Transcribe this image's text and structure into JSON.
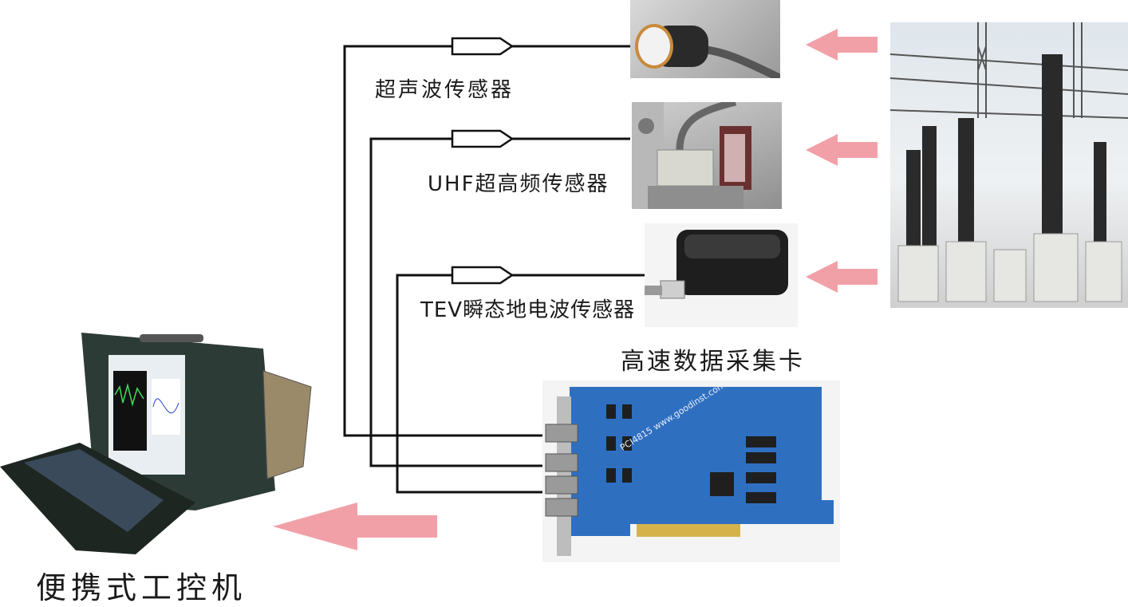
{
  "labels": {
    "ultrasonic": "超声波传感器",
    "uhf": "UHF超高频传感器",
    "tev": "TEV瞬态地电波传感器",
    "daq_card": "高速数据采集卡",
    "computer": "便携式工控机",
    "card_silk": "PCI4815 www.goodinst.com"
  },
  "colors": {
    "arrow": "#f2a0a8",
    "wire": "#111111",
    "pcb": "#2f6fc0"
  }
}
